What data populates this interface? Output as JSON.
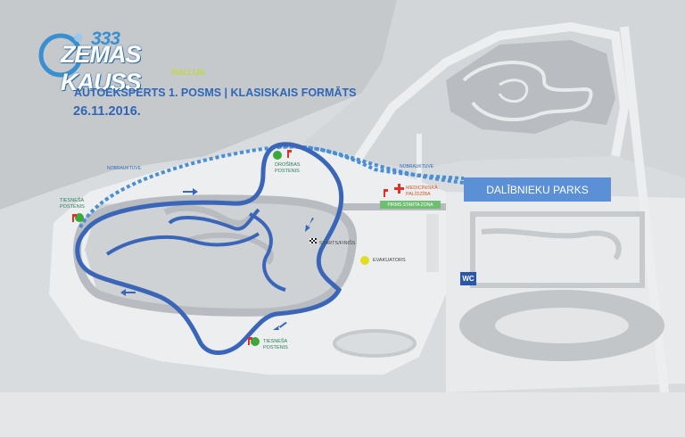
{
  "logo": {
    "number": "333",
    "name": "ZEMAS KAUSS",
    "sub": "RALLIJS"
  },
  "event": {
    "title": "AUTOEKSPERTS 1. POSMS | KLASISKAIS FORMĀTS",
    "date": "26.11.2016."
  },
  "areas": {
    "parking": "DALĪBNIEKU PARKS",
    "wc": "WC"
  },
  "labels": {
    "judge_post_left": [
      "TIESNEŠA",
      "POSTENIS"
    ],
    "judge_post_bottom": [
      "TIESNEŠA",
      "POSTENIS"
    ],
    "safety_post": [
      "DROŠĪBAS",
      "POSTENIS"
    ],
    "start_finish": "STARTS/FINIŠS",
    "evacuator": "EVAKUATORS",
    "medical": [
      "MEDICĪNISKĀ",
      "PALĪDZĪBA"
    ],
    "start_zone": "PIRMS STARTA ZONA",
    "exit_left": "NOBRAUKTUVE",
    "exit_right": "NOBRAUKTUVE"
  },
  "colors": {
    "route": "#3b66b8",
    "route_dashed": "#4a8fd4",
    "judge_post": "#3aa83a",
    "evacuator": "#e6dc1a",
    "medical": "#e0302a",
    "parking": "#5b8fd6"
  },
  "icons": [
    "checkered-flag-icon",
    "red-flag-icon",
    "medical-cross-icon",
    "direction-arrow-icon",
    "wc-icon"
  ]
}
